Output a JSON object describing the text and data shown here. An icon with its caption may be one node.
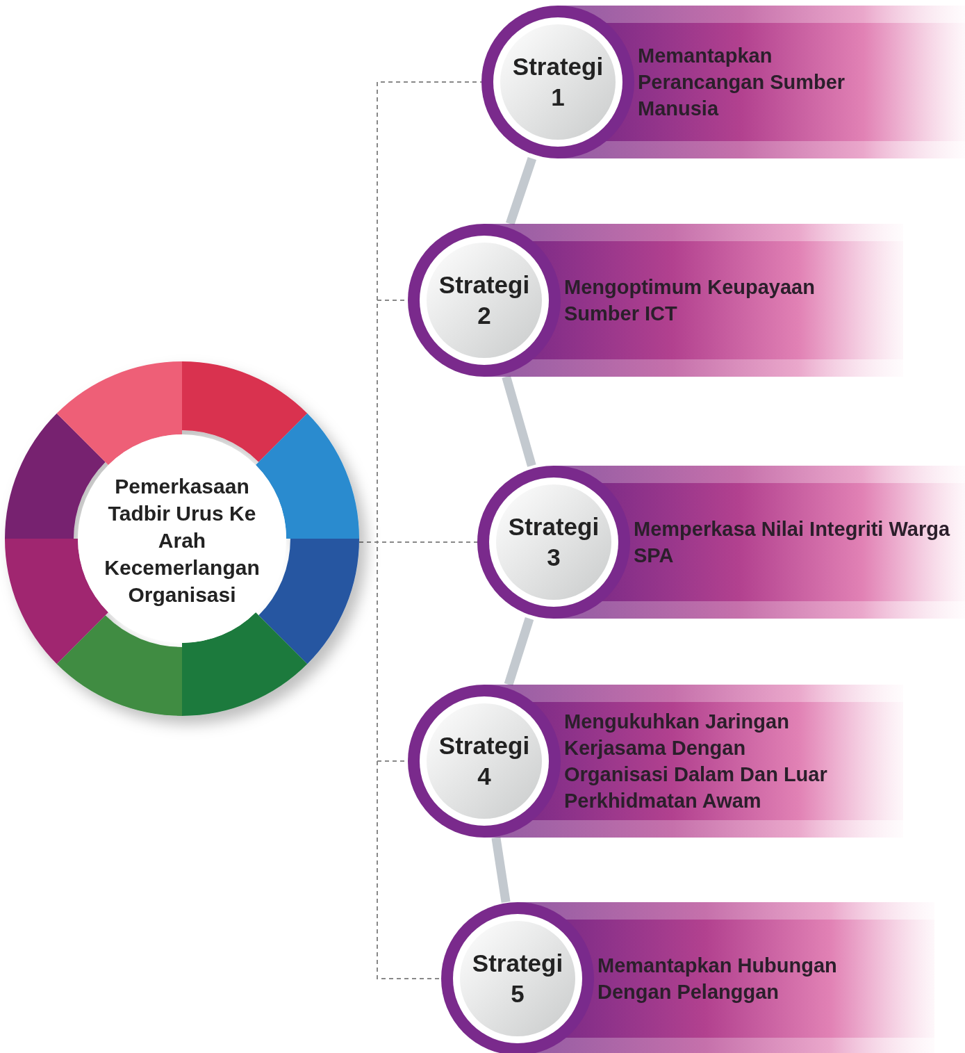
{
  "diagram": {
    "nodes": [
      {
        "text": [
          "Pemerkasaan Tadbir Urus Ke Arah Kecemerlangan Organisasi"
        ]
      },
      {
        "text": [
          "Strategi 1",
          "Memantapkan Perancangan Sumber Manusia"
        ]
      },
      {
        "text": [
          "Strategi 2",
          "Mengoptimum Keupayaan Sumber ICT"
        ]
      },
      {
        "text": [
          "Strategi 3",
          "Memperkasa Nilai Integriti Warga SPA"
        ]
      },
      {
        "text": [
          "Strategi 4",
          "Mengukuhkan Jaringan Kerjasama Dengan Organisasi Dalam Dan Luar Perkhidmatan Awam"
        ]
      },
      {
        "text": [
          "Strategi 5",
          "Memantapkan Hubungan Dengan Pelanggan"
        ]
      }
    ],
    "edges": [
      {
        "from": 0,
        "to": 1,
        "arrow": "none",
        "style": "dashed"
      },
      {
        "from": 0,
        "to": 2,
        "arrow": "none",
        "style": "dashed"
      },
      {
        "from": 0,
        "to": 3,
        "arrow": "none",
        "style": "dashed"
      },
      {
        "from": 0,
        "to": 4,
        "arrow": "none",
        "style": "dashed"
      },
      {
        "from": 0,
        "to": 5,
        "arrow": "none",
        "style": "dashed"
      },
      {
        "from": 1,
        "to": 2,
        "arrow": "none",
        "style": "thick",
        "color": "#c3c9cf"
      },
      {
        "from": 2,
        "to": 3,
        "arrow": "none",
        "style": "thick",
        "color": "#c3c9cf"
      },
      {
        "from": 3,
        "to": 4,
        "arrow": "none",
        "style": "thick",
        "color": "#c3c9cf"
      },
      {
        "from": 4,
        "to": 5,
        "arrow": "none",
        "style": "thick",
        "color": "#c3c9cf"
      }
    ]
  }
}
